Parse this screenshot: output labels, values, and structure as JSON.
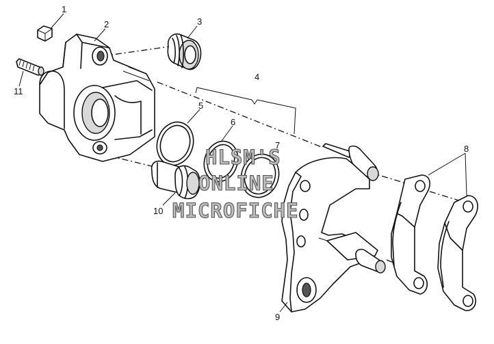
{
  "watermark": {
    "line1": "HLSM'S",
    "line2": "ONLINE",
    "line3": "MICROFICHE"
  },
  "callouts": {
    "c1": "1",
    "c2": "2",
    "c3": "3",
    "c4": "4",
    "c5": "5",
    "c6": "6",
    "c7": "7",
    "c8": "8",
    "c9": "9",
    "c10": "10",
    "c11": "11"
  }
}
